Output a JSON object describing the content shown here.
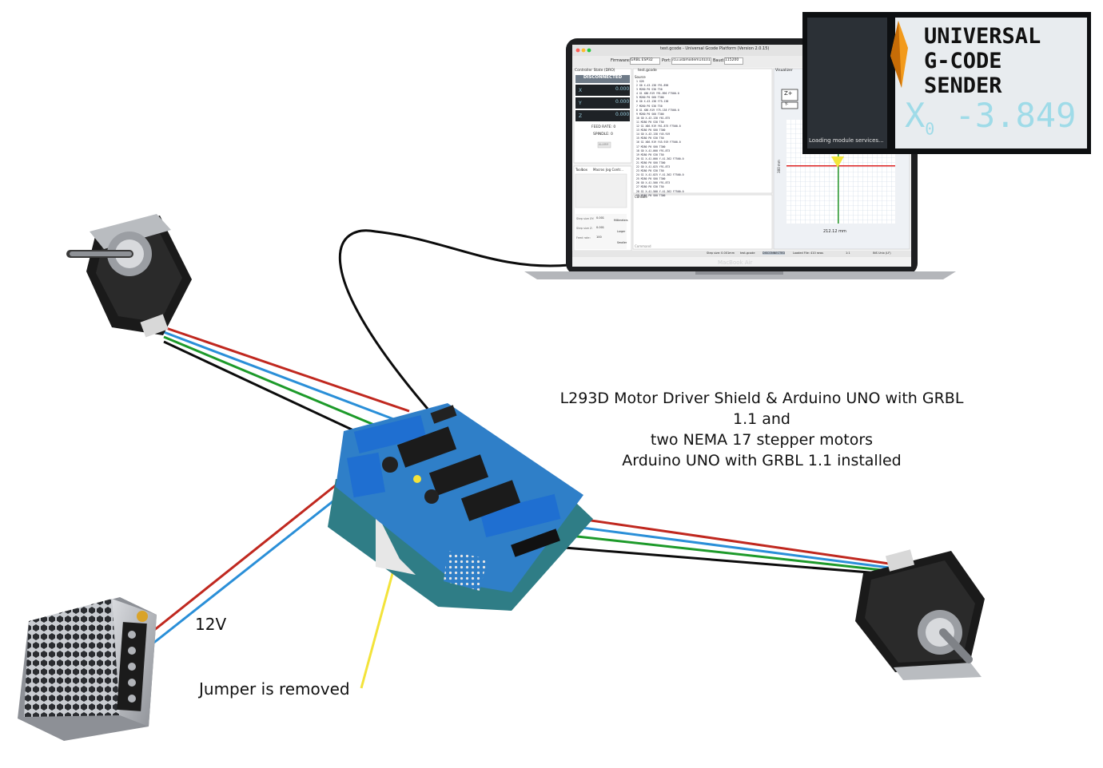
{
  "caption": {
    "line1": "L293D Motor Driver Shield & Arduino UNO with GRBL",
    "line2": "1.1 and",
    "line3": "two NEMA 17 stepper motors",
    "line4": "Arduino UNO with GRBL 1.1 installed"
  },
  "labels": {
    "voltage": "12V",
    "jumper": "Jumper is removed"
  },
  "laptop": {
    "brand_label": "MacBook Air",
    "window_title": "test.gcode - Universal Gcode Platform (Version 2.0.15)",
    "firmware_label": "Firmware:",
    "firmware_value": "GRBL ESP32",
    "port_label": "Port:",
    "port_value": "/cu.usbmodem14101",
    "baud_label": "Baud:",
    "baud_value": "115200",
    "controller_panel_title": "Controller State (DRO)",
    "state": "DISCONNECTED",
    "dro_values": [
      "0.000",
      "0.000",
      "0.000"
    ],
    "axes": [
      "X",
      "Y",
      "Z"
    ],
    "feed_rate": "FEED RATE: 0",
    "spindle": "SPINDLE: 0",
    "alarm_button": "ALARM",
    "tabs": [
      "Toolbox",
      "Macros",
      "Jog Contr..."
    ],
    "step_labels": [
      "Step size XY:",
      "Step size Z:",
      "Feed rate:"
    ],
    "step_values": [
      "0.001",
      "0.001",
      "100"
    ],
    "unit_buttons": [
      "Millimeters",
      "Larger",
      "Smaller"
    ],
    "editor_tab": "test.gcode",
    "source_tab": "Source",
    "visualizer_tab": "Visualizer",
    "console_tab": "Console",
    "gcode_lines": [
      "G28",
      "G0 X-43.138 Y91.896",
      "M280 P0 S30 T50",
      "G1 X86.919 Y91.896 F7500.0",
      "M280 P0 S60 T300",
      "G0 X-43.138 Y75.138",
      "M280 P0 S30 T50",
      "G1 X86.919 Y75.138 F7500.0",
      "M280 P0 S60 T300",
      "G0 X-43.138 Y61.875",
      "M280 P0 S30 T50",
      "G1 X86.919 Y61.875 F7500.0",
      "M280 P0 S60 T300",
      "G0 X-43.138 Y45.919",
      "M280 P0 S30 T50",
      "G1 X86.919 Y45.919 F7500.0",
      "M280 P0 S60 T300",
      "G0 X-41.000 Y91.873",
      "M280 P0 S30 T50",
      "G1 X-41.000 Y-41.362 F7500.0",
      "M280 P0 S60 T300",
      "G0 X-41.025 Y91.873",
      "M280 P0 S30 T50",
      "G1 X-41.025 Y-41.362 F7500.0",
      "M280 P0 S60 T300",
      "G0 X-41.500 Y91.873",
      "M280 P0 S30 T50",
      "G1 X-41.500 Y-41.362 F7500.0",
      "M280 P0 S60 T300"
    ],
    "zoom_buttons": [
      "Z+",
      "Y-"
    ],
    "visualizer_dimension_x": "212.12 mm",
    "visualizer_dimension_y": "300 mm",
    "command_placeholder": "Command",
    "status_bar": [
      "Step size: 0.001mm",
      "test.gcode",
      "DISCONNECTED",
      "Loaded File: 410 rows",
      "1:1",
      "INS Unix (LF)"
    ]
  },
  "splash": {
    "title_line1": "UNIVERSAL",
    "title_line2": "G-CODE",
    "title_line3": "SENDER",
    "big_axis": "X",
    "big_axis_sub": "0",
    "big_value": "-3.849",
    "loading_text": "Loading module services..."
  },
  "colors": {
    "wire_red": "#c0281f",
    "wire_blue": "#2a8fd8",
    "wire_green": "#1d9a2a",
    "wire_black": "#0c0c0c",
    "wire_yellow": "#f3e33a",
    "pcb_blue": "#2f7fc8",
    "terminal_blue": "#1f6fd1",
    "arduino_teal": "#2f7d86",
    "motor_black": "#1a1a1a",
    "motor_silver": "#b9bcc0",
    "psu_silver": "#c9ccd1",
    "splash_bg": "#e8ecef",
    "splash_logo_orange": "#f29a1b"
  }
}
